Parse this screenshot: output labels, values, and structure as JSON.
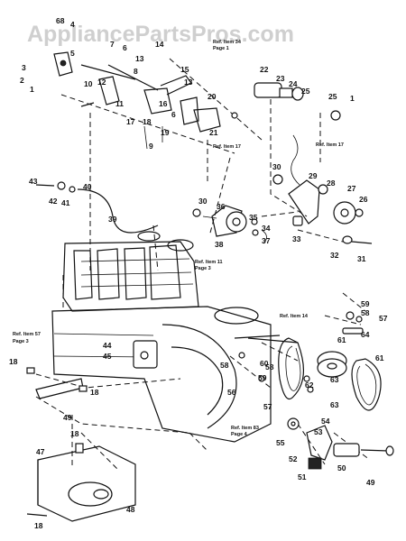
{
  "watermark": "AppliancePartsPros.com",
  "callouts": [
    {
      "id": "c1",
      "label": "68"
    },
    {
      "id": "c2",
      "label": "4"
    },
    {
      "id": "c3",
      "label": "3"
    },
    {
      "id": "c4",
      "label": "2"
    },
    {
      "id": "c5",
      "label": "1"
    },
    {
      "id": "c6",
      "label": "5"
    },
    {
      "id": "c7",
      "label": "7"
    },
    {
      "id": "c8",
      "label": "6"
    },
    {
      "id": "c9",
      "label": "13"
    },
    {
      "id": "c10",
      "label": "14"
    },
    {
      "id": "c11",
      "label": "8"
    },
    {
      "id": "c12",
      "label": "10"
    },
    {
      "id": "c13",
      "label": "12"
    },
    {
      "id": "c14",
      "label": "15"
    },
    {
      "id": "c15",
      "label": "13"
    },
    {
      "id": "c16",
      "label": "11"
    },
    {
      "id": "c17",
      "label": "16"
    },
    {
      "id": "c18",
      "label": "20"
    },
    {
      "id": "c19",
      "label": "17"
    },
    {
      "id": "c20",
      "label": "18"
    },
    {
      "id": "c21",
      "label": "6"
    },
    {
      "id": "c22",
      "label": "9"
    },
    {
      "id": "c23",
      "label": "19"
    },
    {
      "id": "c24",
      "label": "21"
    },
    {
      "id": "c25",
      "label": "22"
    },
    {
      "id": "c26",
      "label": "23"
    },
    {
      "id": "c27",
      "label": "24"
    },
    {
      "id": "c28",
      "label": "25"
    },
    {
      "id": "c29",
      "label": "25"
    },
    {
      "id": "c30",
      "label": "1"
    },
    {
      "id": "c31",
      "label": "43"
    },
    {
      "id": "c32",
      "label": "42"
    },
    {
      "id": "c33",
      "label": "41"
    },
    {
      "id": "c34",
      "label": "40"
    },
    {
      "id": "c35",
      "label": "39"
    },
    {
      "id": "c36",
      "label": "30"
    },
    {
      "id": "c37",
      "label": "29"
    },
    {
      "id": "c38",
      "label": "28"
    },
    {
      "id": "c39",
      "label": "27"
    },
    {
      "id": "c40",
      "label": "26"
    },
    {
      "id": "c41",
      "label": "30"
    },
    {
      "id": "c42",
      "label": "36"
    },
    {
      "id": "c43",
      "label": "35"
    },
    {
      "id": "c44",
      "label": "34"
    },
    {
      "id": "c45",
      "label": "37"
    },
    {
      "id": "c46",
      "label": "38"
    },
    {
      "id": "c47",
      "label": "33"
    },
    {
      "id": "c48",
      "label": "32"
    },
    {
      "id": "c49",
      "label": "31"
    },
    {
      "id": "c50",
      "label": "59"
    },
    {
      "id": "c51",
      "label": "58"
    },
    {
      "id": "c52",
      "label": "57"
    },
    {
      "id": "c53",
      "label": "64"
    },
    {
      "id": "c54",
      "label": "61"
    },
    {
      "id": "c55",
      "label": "61"
    },
    {
      "id": "c56",
      "label": "44"
    },
    {
      "id": "c57",
      "label": "45"
    },
    {
      "id": "c58",
      "label": "58"
    },
    {
      "id": "c59",
      "label": "60"
    },
    {
      "id": "c60",
      "label": "62"
    },
    {
      "id": "c61",
      "label": "63"
    },
    {
      "id": "c62",
      "label": "63"
    },
    {
      "id": "c63",
      "label": "58"
    },
    {
      "id": "c64",
      "label": "59"
    },
    {
      "id": "c65",
      "label": "57"
    },
    {
      "id": "c66",
      "label": "56"
    },
    {
      "id": "c67",
      "label": "54"
    },
    {
      "id": "c68",
      "label": "53"
    },
    {
      "id": "c69",
      "label": "55"
    },
    {
      "id": "c70",
      "label": "18"
    },
    {
      "id": "c71",
      "label": "18"
    },
    {
      "id": "c72",
      "label": "49"
    },
    {
      "id": "c73",
      "label": "18"
    },
    {
      "id": "c74",
      "label": "47"
    },
    {
      "id": "c75",
      "label": "52"
    },
    {
      "id": "c76",
      "label": "50"
    },
    {
      "id": "c77",
      "label": "49"
    },
    {
      "id": "c78",
      "label": "51"
    },
    {
      "id": "c79",
      "label": "48"
    },
    {
      "id": "c80",
      "label": "18"
    }
  ],
  "references": [
    {
      "id": "r1",
      "line1": "Ref. Item 34",
      "line2": "Page 1"
    },
    {
      "id": "r2",
      "line1": "Ref. Item 17",
      "line2": ""
    },
    {
      "id": "r3",
      "line1": "Ref. Item 17",
      "line2": ""
    },
    {
      "id": "r4",
      "line1": "Ref. Item 11",
      "line2": "Page 3"
    },
    {
      "id": "r5",
      "line1": "Ref. Item 14",
      "line2": ""
    },
    {
      "id": "r6",
      "line1": "Ref. Item 57",
      "line2": "Page 3"
    },
    {
      "id": "r7",
      "line1": "Ref. Item 83",
      "line2": "Page 4"
    }
  ]
}
